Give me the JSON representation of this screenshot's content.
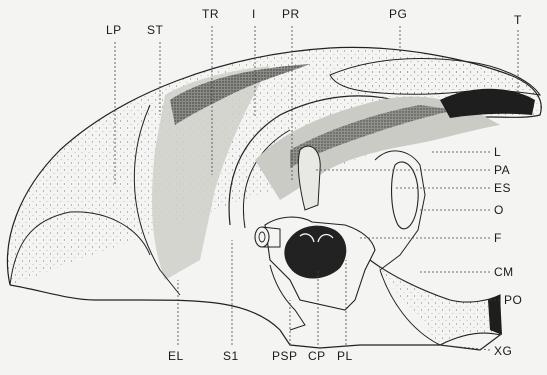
{
  "labels": {
    "LP": "LP",
    "ST": "ST",
    "TR": "TR",
    "I": "I",
    "PR": "PR",
    "PG": "PG",
    "T": "T",
    "L": "L",
    "PA": "PA",
    "ES": "ES",
    "O": "O",
    "F": "F",
    "CM": "CM",
    "PO": "PO",
    "XG": "XG",
    "EL": "EL",
    "S1": "S1",
    "PSP": "PSP",
    "CP": "CP",
    "PL": "PL"
  },
  "colors": {
    "line": "#222222",
    "shade": "#c9c9c4",
    "dark": "#1e1e1e",
    "paper": "#f4f4f2"
  }
}
